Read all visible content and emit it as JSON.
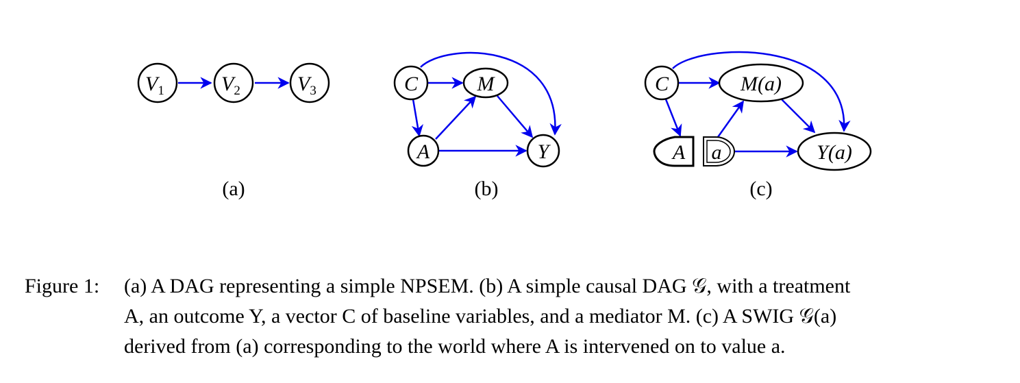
{
  "figure": {
    "panels": [
      {
        "id": "a",
        "label": "(a)",
        "nodes": [
          {
            "id": "V1",
            "text": "V",
            "sub": "1"
          },
          {
            "id": "V2",
            "text": "V",
            "sub": "2"
          },
          {
            "id": "V3",
            "text": "V",
            "sub": "3"
          }
        ],
        "edges": [
          [
            "V1",
            "V2"
          ],
          [
            "V2",
            "V3"
          ]
        ]
      },
      {
        "id": "b",
        "label": "(b)",
        "nodes": [
          {
            "id": "C",
            "text": "C"
          },
          {
            "id": "M",
            "text": "M"
          },
          {
            "id": "A",
            "text": "A"
          },
          {
            "id": "Y",
            "text": "Y"
          }
        ],
        "edges": [
          [
            "C",
            "M"
          ],
          [
            "C",
            "A"
          ],
          [
            "C",
            "Y"
          ],
          [
            "A",
            "M"
          ],
          [
            "A",
            "Y"
          ],
          [
            "M",
            "Y"
          ]
        ]
      },
      {
        "id": "c",
        "label": "(c)",
        "nodes": [
          {
            "id": "C",
            "text": "C"
          },
          {
            "id": "Ma",
            "text": "M(a)"
          },
          {
            "id": "A",
            "text": "A"
          },
          {
            "id": "a",
            "text": "a"
          },
          {
            "id": "Ya",
            "text": "Y(a)"
          }
        ],
        "edges": [
          [
            "C",
            "Ma"
          ],
          [
            "C",
            "A"
          ],
          [
            "C",
            "Ya"
          ],
          [
            "a",
            "Ma"
          ],
          [
            "a",
            "Ya"
          ],
          [
            "Ma",
            "Ya"
          ]
        ]
      }
    ],
    "colors": {
      "edge": "#0000ee",
      "node_stroke": "#000000"
    }
  },
  "caption": {
    "prefix": "Figure 1:",
    "lines": [
      "(a) A DAG representing a simple NPSEM. (b) A simple causal DAG 𝒢, with a treatment",
      "A, an outcome Y, a vector C of baseline variables, and a mediator M. (c) A SWIG 𝒢(a)",
      "derived from (a) corresponding to the world where A is intervened on to value a."
    ]
  }
}
